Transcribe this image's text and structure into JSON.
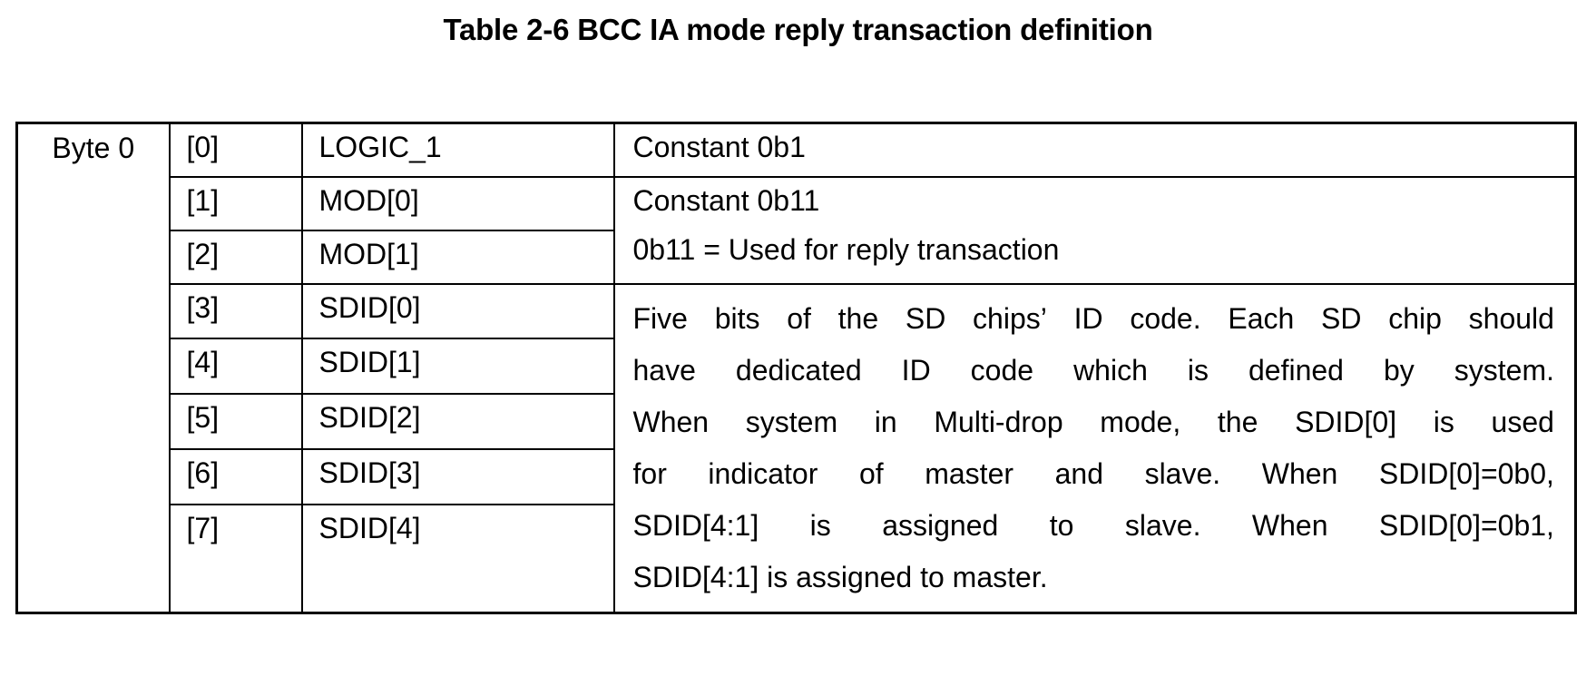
{
  "title": "Table 2-6 BCC IA mode reply transaction definition",
  "table": {
    "byte_label": "Byte 0",
    "rows": [
      {
        "bit": "[0]",
        "name": "LOGIC_1"
      },
      {
        "bit": "[1]",
        "name": "MOD[0]"
      },
      {
        "bit": "[2]",
        "name": "MOD[1]"
      },
      {
        "bit": "[3]",
        "name": "SDID[0]"
      },
      {
        "bit": "[4]",
        "name": "SDID[1]"
      },
      {
        "bit": "[5]",
        "name": "SDID[2]"
      },
      {
        "bit": "[6]",
        "name": "SDID[3]"
      },
      {
        "bit": "[7]",
        "name": "SDID[4]"
      }
    ],
    "descriptions": {
      "logic1": "Constant 0b1",
      "mod_line1": "Constant 0b11",
      "mod_line2": "0b11 = Used for reply transaction",
      "sdid_full": "Five bits of the SD chips’ ID code. Each SD chip should have dedicated ID code which is defined by system. When system in Multi-drop mode, the SDID[0] is used for indicator of master and slave. When SDID[0]=0b0, SDID[4:1] is assigned to slave. When SDID[0]=0b1, SDID[4:1] is assigned to master.",
      "sdid_lines": [
        "Five bits of the SD chips’ ID code. Each SD chip should",
        "have dedicated ID code which is defined by system.",
        "When system in Multi-drop mode, the SDID[0] is used",
        "for indicator of master and slave. When SDID[0]=0b0,",
        "SDID[4:1] is assigned to slave. When SDID[0]=0b1,",
        "SDID[4:1] is assigned to master."
      ]
    }
  },
  "colors": {
    "background": "#ffffff",
    "text": "#000000",
    "border": "#000000"
  }
}
